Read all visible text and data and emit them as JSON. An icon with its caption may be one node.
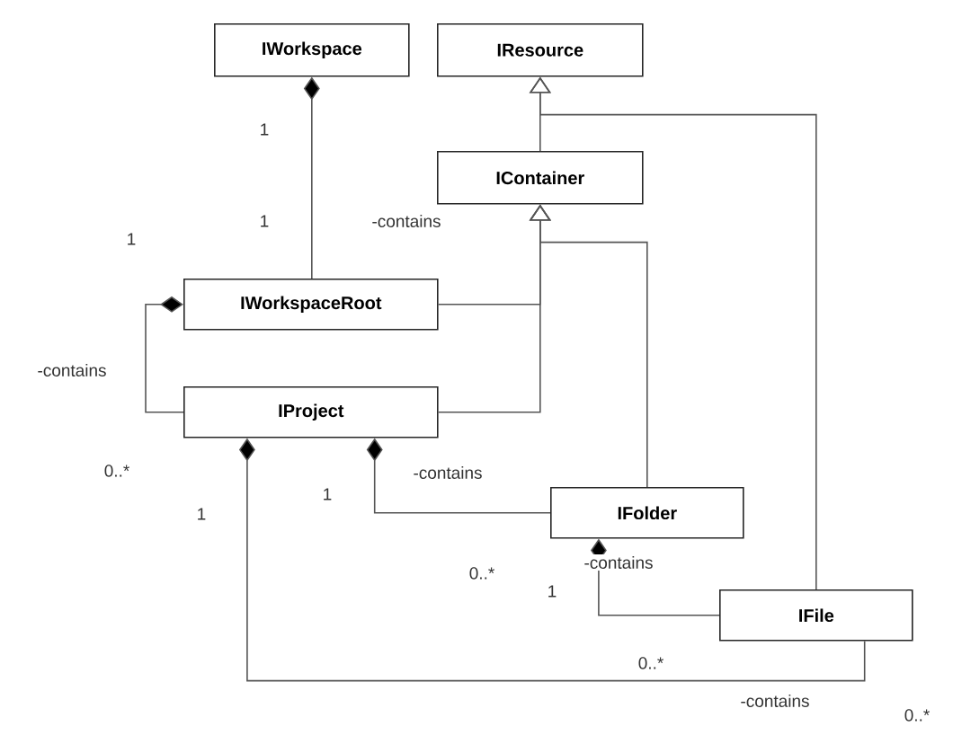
{
  "diagram": {
    "nodes": [
      {
        "text": [
          "IWorkspace"
        ]
      },
      {
        "text": [
          "IResource"
        ]
      },
      {
        "text": [
          "IContainer"
        ]
      },
      {
        "text": [
          "IWorkspaceRoot"
        ]
      },
      {
        "text": [
          "IProject"
        ]
      },
      {
        "text": [
          "IFolder"
        ]
      },
      {
        "text": [
          "IFile"
        ]
      }
    ],
    "edges": [
      {
        "from": 0,
        "to": 3,
        "arrow": "other",
        "label": "-contains"
      },
      {
        "from": 2,
        "to": 1,
        "arrow": "to"
      },
      {
        "from": 6,
        "to": 1,
        "arrow": "to"
      },
      {
        "from": 3,
        "to": 2,
        "arrow": "to"
      },
      {
        "from": 4,
        "to": 2,
        "arrow": "to"
      },
      {
        "from": 5,
        "to": 2,
        "arrow": "to"
      },
      {
        "from": 3,
        "to": 4,
        "arrow": "other",
        "label": "-contains"
      },
      {
        "from": 4,
        "to": 5,
        "arrow": "other",
        "label": "-contains"
      },
      {
        "from": 4,
        "to": 6,
        "arrow": "other",
        "label": "-contains"
      },
      {
        "from": 5,
        "to": 6,
        "arrow": "other",
        "label": "-contains"
      }
    ],
    "labels": [
      "1",
      "1",
      "1",
      "0..*",
      "1",
      "1",
      "0..*",
      "1",
      "0..*",
      "0..*"
    ]
  }
}
